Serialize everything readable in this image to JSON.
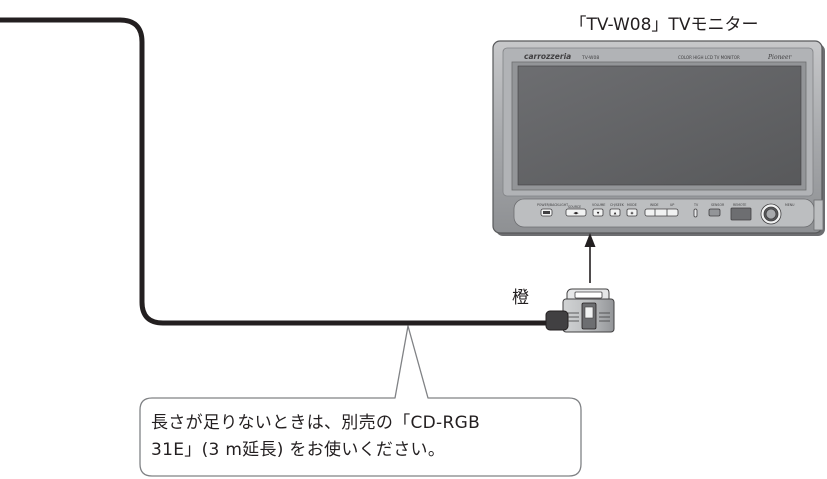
{
  "monitor": {
    "caption": "「TV-W08」TVモニター",
    "brand_left": "carrozzeria",
    "model_small": "TV-W08",
    "spec_text": "COLOR HIGH LCD TV MONITOR",
    "brand_right": "Pioneer",
    "buttons": {
      "power": "POWER/BACKLIGHT",
      "source": "SOURCE",
      "volume": "VOLUME",
      "channel": "CH/SEEK",
      "mode": "MODE",
      "wide": "WIDE",
      "up": "UP",
      "tv": "TV",
      "sensor": "SENSOR",
      "remote": "REMOTE",
      "menu": "MENU"
    }
  },
  "connector_label": "橙",
  "callout": {
    "line1": "長さが足りないときは、別売の「CD-RGB",
    "line2": "31E」(3 m延長) をお使いください。"
  },
  "colors": {
    "cable": "#231f20",
    "bezel": "#a6a8ab",
    "screen": "#58595b",
    "callout_border": "#808285"
  }
}
